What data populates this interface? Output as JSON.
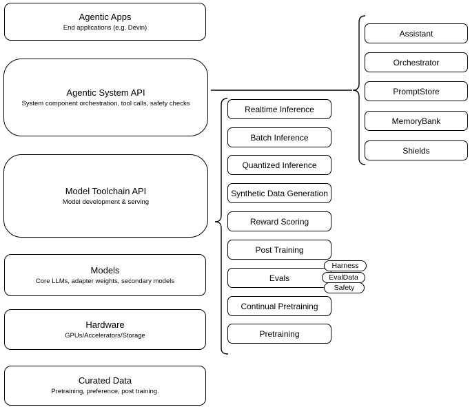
{
  "diagram": {
    "title": "Agentic stack architecture diagram",
    "colors": {
      "stroke": "#000000",
      "fill": "#ffffff",
      "text": "#000000"
    },
    "left_column": [
      {
        "title": "Agentic Apps",
        "subtitle": "End applications (e.g. Devin)"
      },
      {
        "title": "Agentic System API",
        "subtitle": "System component orchestration, tool calls, safety checks"
      },
      {
        "title": "Model Toolchain API",
        "subtitle": "Model development & serving"
      },
      {
        "title": "Models",
        "subtitle": "Core LLMs, adapter weights, secondary models"
      },
      {
        "title": "Hardware",
        "subtitle": "GPUs/Accelerators/Storage"
      },
      {
        "title": "Curated Data",
        "subtitle": "Pretraining, preference, post training."
      }
    ],
    "toolchain_items": [
      "Realtime Inference",
      "Batch Inference",
      "Quantized Inference",
      "Synthetic Data Generation",
      "Reward Scoring",
      "Post Training",
      "Evals",
      "Continual Pretraining",
      "Pretraining"
    ],
    "eval_pills": [
      "Harness",
      "EvalData",
      "Safety"
    ],
    "system_components": [
      "Assistant",
      "Orchestrator",
      "PromptStore",
      "MemoryBank",
      "Shields"
    ]
  }
}
